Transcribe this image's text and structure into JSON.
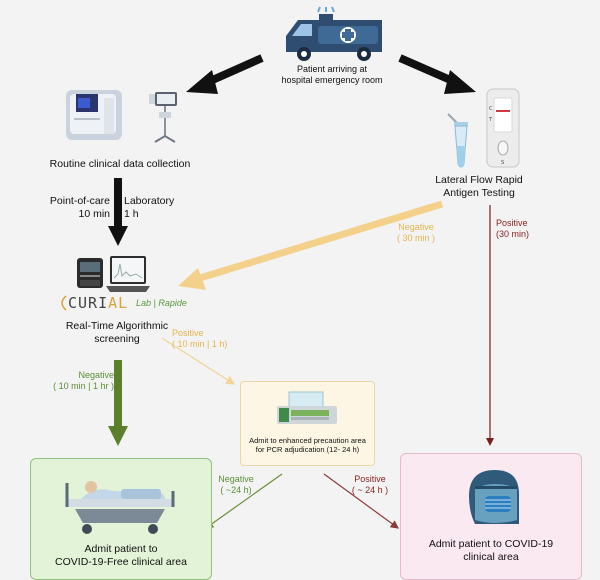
{
  "nodes": {
    "ambulance_label": "Patient arriving at\nhospital emergency room",
    "routine_label": "Routine clinical data collection",
    "lfd_label": "Lateral Flow Rapid\nAntigen Testing",
    "poc_label": "Point-of-care\n10 min",
    "lab_label": "Laboratory\n1 h",
    "curial_brand": "CURIAL",
    "curial_sub": "Lab | Rapide",
    "screening_label": "Real-Time Algorithmic\nscreening",
    "pcr_label": "Admit to enhanced precaution area\nfor PCR adjudication (12- 24 h)",
    "covid_free_label": "Admit patient to\nCOVID-19-Free clinical area",
    "covid_label": "Admit patient to COVID-19\nclinical area"
  },
  "edges": {
    "lfd_negative": "Negative\n( 30 min )",
    "lfd_positive": "Positive\n(30 min)",
    "screen_positive": "Positive\n( 10 min | 1 h)",
    "screen_negative": "Negative\n( 10 min | 1 hr )",
    "pcr_negative": "Negative\n( ~24 h)",
    "pcr_positive": "Positive\n( ~ 24 h )"
  },
  "colors": {
    "black_arrow": "#111111",
    "negative_orange": "#f3d18b",
    "negative_green": "#5b7f2a",
    "positive_red": "#7a1f1f",
    "positive_text": "#8b2323",
    "orange_text": "#e6b44f",
    "green_text": "#5a8f35"
  }
}
